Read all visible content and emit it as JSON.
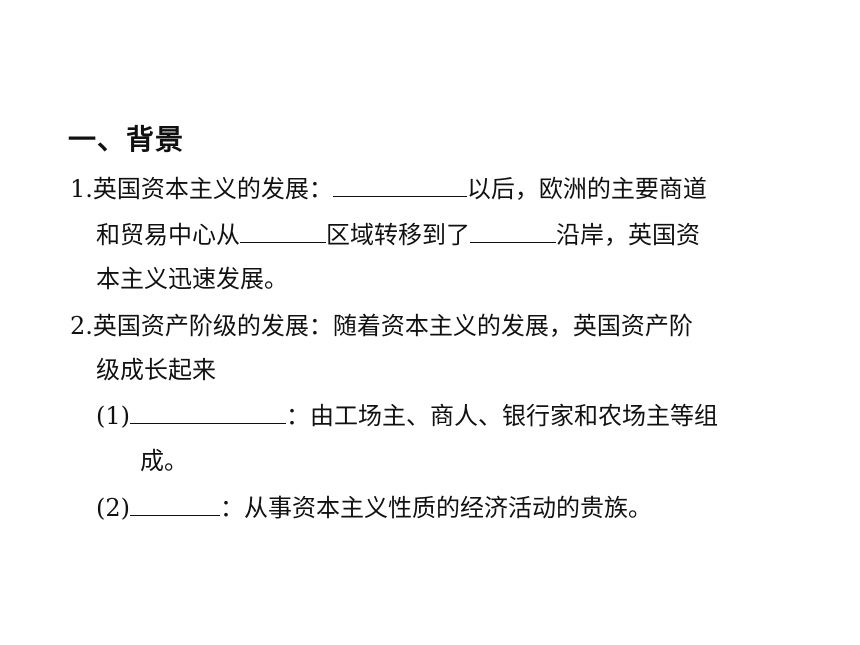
{
  "section": {
    "title": "一、背景"
  },
  "item1": {
    "line1_prefix": "1.英国资本主义的发展：",
    "line1_suffix": "以后，欧洲的主要商道",
    "line2_prefix": "和贸易中心从",
    "line2_middle": "区域转移到了",
    "line2_suffix": "沿岸，英国资",
    "line3": "本主义迅速发展。"
  },
  "item2": {
    "line1": "2.英国资产阶级的发展：随着资本主义的发展，英国资产阶",
    "line2": "级成长起来",
    "sub1_label": "(1)",
    "sub1_text": "：由工场主、商人、银行家和农场主等组",
    "sub1_cont": "成。",
    "sub2_label": "(2)",
    "sub2_text": "：从事资本主义性质的经济活动的贵族。"
  }
}
